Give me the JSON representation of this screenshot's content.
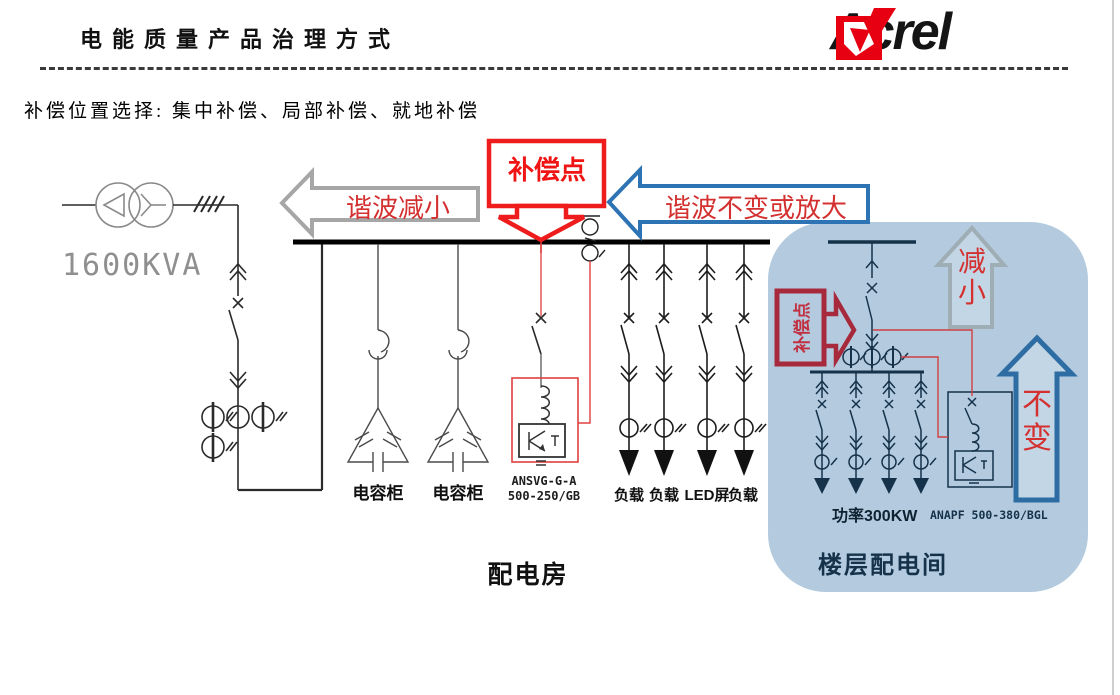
{
  "slide": {
    "title": "电能质量产品治理方式",
    "subtitle": "补偿位置选择: 集中补偿、局部补偿、就地补偿"
  },
  "logo": {
    "text": "Acrel"
  },
  "callouts": {
    "comp_point_top": "补偿点",
    "comp_point_branch": "补偿点",
    "harmonic_reduced": "谐波减小",
    "harmonic_unchanged": "谐波不变或放大",
    "reduced_vertical": "减小",
    "unchanged_vertical": "不变"
  },
  "labels": {
    "transformer_rating": "1600KVA",
    "cap_cabinet_left": "电容柜",
    "cap_cabinet_right": "电容柜",
    "svg_device_line1": "ANSVG-G-A",
    "svg_device_line2": "500-250/GB",
    "loads": [
      "负载",
      "负载",
      "LED屏",
      "负载"
    ],
    "main_room": "配电房",
    "floor_power": "功率300KW",
    "apf_device": "ANAPF 500-380/BGL",
    "floor_room": "楼层配电间"
  },
  "colors": {
    "accent_red": "#ee1c1c",
    "callout_dark_red": "#a7293c",
    "arrow_blue": "#2e74b5",
    "arrow_gray": "#a6a6a6",
    "panel_blue": "#b4cbdf",
    "label_red": "#d43030",
    "line_navy": "#15324a",
    "logo_red": "#e60012"
  }
}
